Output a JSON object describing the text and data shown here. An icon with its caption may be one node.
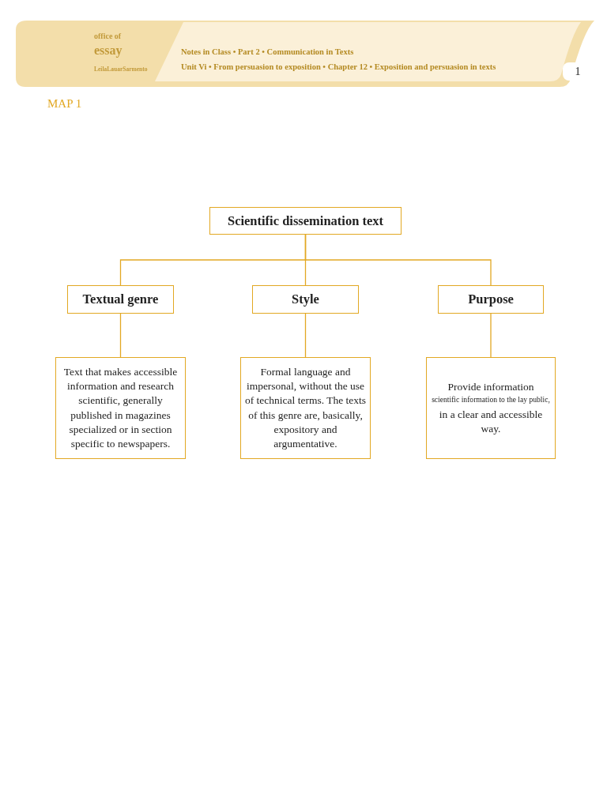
{
  "diagram": {
    "title": "MAP 1",
    "nodes": [
      {
        "text": [
          "Scientific dissemination text"
        ]
      },
      {
        "text": [
          "Textual genre"
        ]
      },
      {
        "text": [
          "Style"
        ]
      },
      {
        "text": [
          "Purpose"
        ]
      },
      {
        "text": [
          "Text that makes accessible information and research scientific, generally published in magazines specialized or in section specific to newspapers."
        ]
      },
      {
        "text": [
          "Formal language and impersonal, without the use of technical terms. The texts of this genre are, basically, expository and argumentative."
        ]
      },
      {
        "text": [
          "Provide information",
          "scientific information to the lay public,",
          "in a clear and accessible way."
        ]
      }
    ],
    "edges": [
      {
        "from": 0,
        "to": 1,
        "arrow": "none"
      },
      {
        "from": 0,
        "to": 2,
        "arrow": "none"
      },
      {
        "from": 0,
        "to": 3,
        "arrow": "none"
      },
      {
        "from": 1,
        "to": 4,
        "arrow": "none"
      },
      {
        "from": 2,
        "to": 5,
        "arrow": "none"
      },
      {
        "from": 3,
        "to": 6,
        "arrow": "none"
      }
    ],
    "labels": [
      "office of",
      "essay",
      "LeilaLauarSarmento",
      "Notes in Class • Part 2 • Communication in Texts",
      "Unit Vi • From persuasion to exposition • Chapter 12 • Exposition and persuasion in texts",
      "1"
    ]
  }
}
